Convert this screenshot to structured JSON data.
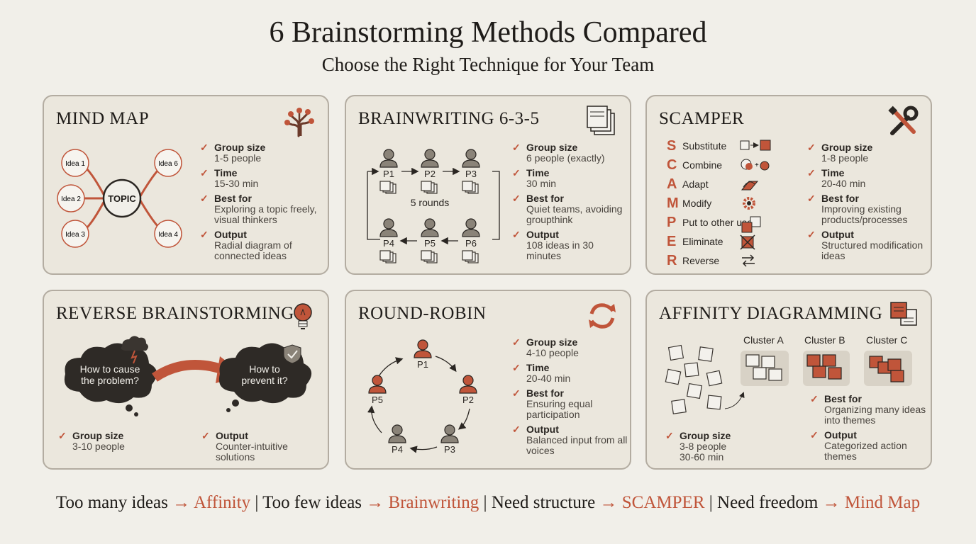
{
  "title": "6 Brainstorming Methods Compared",
  "subtitle": "Choose the Right Technique for Your Team",
  "colors": {
    "accent": "#c0553a",
    "card_bg": "#ebe7dd",
    "border": "#b3aca1",
    "dark": "#2e2a26"
  },
  "mind_map": {
    "title": "MIND MAP",
    "icon": "tree-icon",
    "topic": "TOPIC",
    "ideas": [
      "Idea 1",
      "Idea 2",
      "Idea 3",
      "Idea 6",
      "Idea 4"
    ],
    "specs": [
      {
        "label": "Group size",
        "value": "1-5 people"
      },
      {
        "label": "Time",
        "value": "15-30 min"
      },
      {
        "label": "Best for",
        "value": "Exploring a topic freely, visual thinkers"
      },
      {
        "label": "Output",
        "value": "Radial diagram of connected ideas"
      }
    ]
  },
  "brainwriting": {
    "title": "BRAINWRITING 6-3-5",
    "icon": "paper-stack-icon",
    "participants": [
      "P1",
      "P2",
      "P3",
      "P4",
      "P5",
      "P6"
    ],
    "rounds": "5 rounds",
    "specs": [
      {
        "label": "Group size",
        "value": "6 people (exactly)"
      },
      {
        "label": "Time",
        "value": "30 min"
      },
      {
        "label": "Best for",
        "value": "Quiet teams, avoiding groupthink"
      },
      {
        "label": "Output",
        "value": "108 ideas in 30 minutes"
      }
    ]
  },
  "scamper": {
    "title": "SCAMPER",
    "icon": "tools-icon",
    "rows": [
      {
        "letter": "S",
        "word": "Substitute"
      },
      {
        "letter": "C",
        "word": "Combine"
      },
      {
        "letter": "A",
        "word": "Adapt"
      },
      {
        "letter": "M",
        "word": "Modify"
      },
      {
        "letter": "P",
        "word": "Put to other use"
      },
      {
        "letter": "E",
        "word": "Eliminate"
      },
      {
        "letter": "R",
        "word": "Reverse"
      }
    ],
    "specs": [
      {
        "label": "Group size",
        "value": "1-8 people"
      },
      {
        "label": "Time",
        "value": "20-40 min"
      },
      {
        "label": "Best for",
        "value": "Improving existing products/processes"
      },
      {
        "label": "Output",
        "value": "Structured modification ideas"
      }
    ]
  },
  "reverse": {
    "title": "REVERSE BRAINSTORMING",
    "icon": "lightbulb-icon",
    "cloud1": "How to cause the problem?",
    "cloud2": "How to prevent it?",
    "spec_group": {
      "label": "Group size",
      "value": "3-10 people"
    },
    "spec_output": {
      "label": "Output",
      "value": "Counter-intuitive solutions"
    }
  },
  "round_robin": {
    "title": "ROUND-ROBIN",
    "icon": "cycle-arrows-icon",
    "participants": [
      "P1",
      "P2",
      "P3",
      "P4",
      "P5"
    ],
    "specs": [
      {
        "label": "Group size",
        "value": "4-10 people"
      },
      {
        "label": "Time",
        "value": "20-40 min"
      },
      {
        "label": "Best for",
        "value": "Ensuring equal participation"
      },
      {
        "label": "Output",
        "value": "Balanced input from all voices"
      }
    ]
  },
  "affinity": {
    "title": "AFFINITY DIAGRAMMING",
    "icon": "sticky-notes-icon",
    "clusters": [
      "Cluster A",
      "Cluster B",
      "Cluster C"
    ],
    "spec_best": {
      "label": "Best for",
      "value": "Organizing many ideas into themes"
    },
    "spec_output": {
      "label": "Output",
      "value": "Categorized action themes"
    },
    "spec_group": {
      "label": "Group size",
      "value": "3-8 people 30-60 min"
    }
  },
  "footer": [
    {
      "text": "Too many ideas",
      "target": "Affinity"
    },
    {
      "text": "Too few ideas",
      "target": "Brainwriting"
    },
    {
      "text": "Need structure",
      "target": "SCAMPER"
    },
    {
      "text": "Need freedom",
      "target": "Mind Map"
    }
  ],
  "footer_arrow": "→",
  "footer_sep": "|",
  "check": "✓"
}
